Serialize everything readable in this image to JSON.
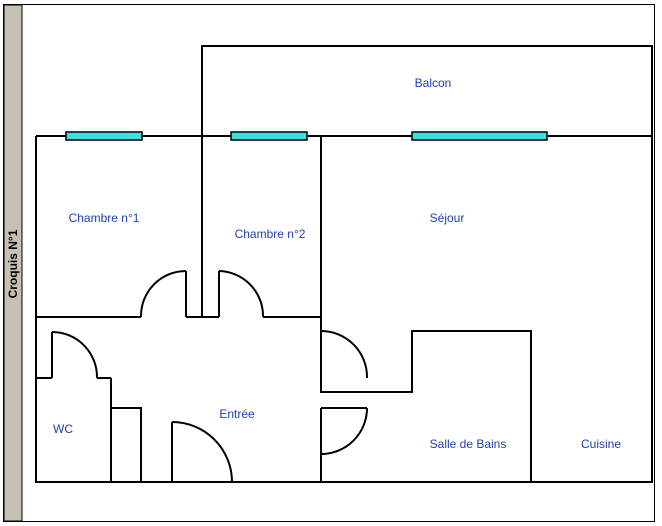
{
  "sidebar": {
    "title": "Croquis N°1"
  },
  "rooms": {
    "balcon": "Balcon",
    "chambre1": "Chambre n°1",
    "chambre2": "Chambre n°2",
    "sejour": "Séjour",
    "wc": "WC",
    "entree": "Entrée",
    "salle_de_bains": "Salle de Bains",
    "cuisine": "Cuisine"
  },
  "colors": {
    "label": "#1f3fb4",
    "window": "#40e0e0",
    "sidebar": "#c6c1b3",
    "wall": "#000000"
  }
}
